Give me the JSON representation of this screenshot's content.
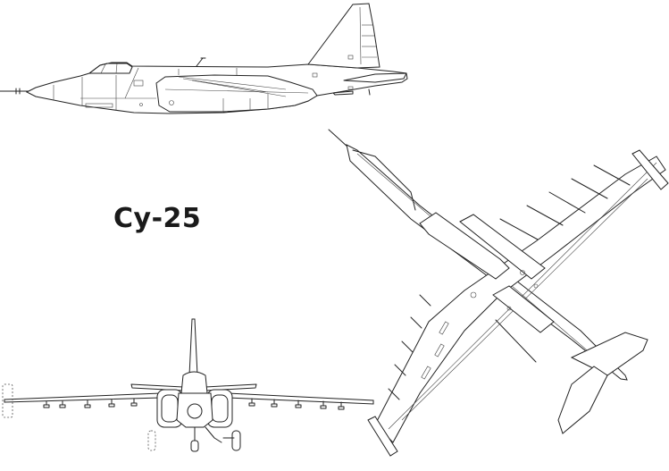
{
  "diagram": {
    "title": "Су-25",
    "views": [
      {
        "id": "side",
        "label": "side-view"
      },
      {
        "id": "front",
        "label": "front-view"
      },
      {
        "id": "top",
        "label": "planform-view"
      }
    ],
    "colors": {
      "background": "#ffffff",
      "line": "#222222",
      "text": "#1a1a1a"
    }
  }
}
